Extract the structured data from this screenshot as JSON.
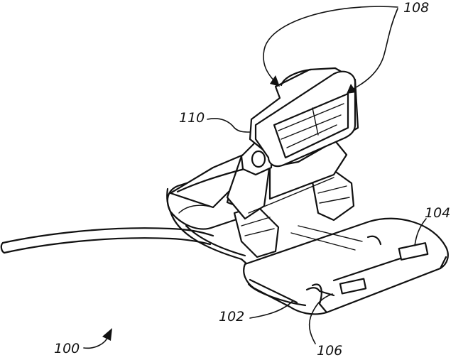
{
  "reference_numerals": {
    "ref_100": "100",
    "ref_102": "102",
    "ref_104": "104",
    "ref_106": "106",
    "ref_108": "108",
    "ref_110": "110"
  }
}
